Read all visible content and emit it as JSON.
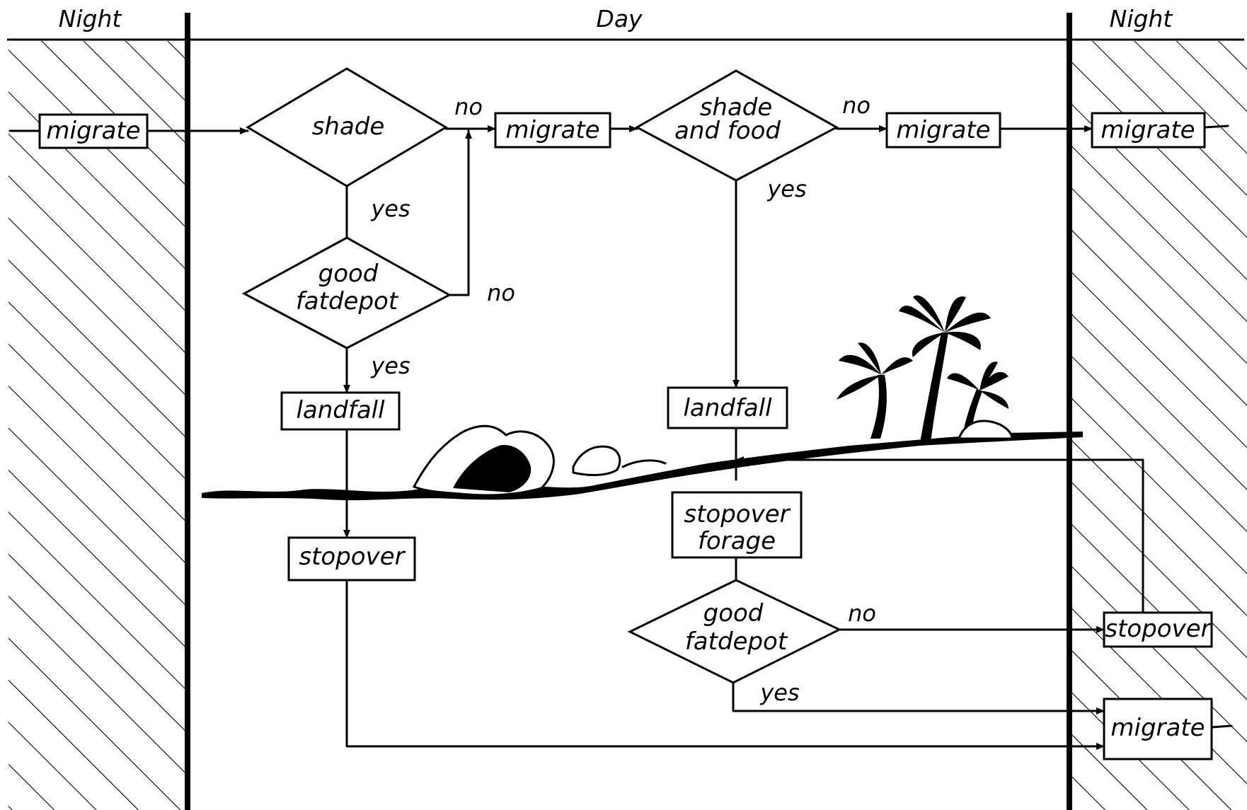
{
  "header": {
    "left": "Night",
    "center": "Day",
    "right": "Night"
  },
  "nodes": {
    "migrate_night_start": "migrate",
    "shade_q": "shade",
    "migrate_1": "migrate",
    "shade_food_q_line1": "shade",
    "shade_food_q_line2": "and  food",
    "migrate_2": "migrate",
    "migrate_night_end": "migrate",
    "fatdepot_q1_line1": "good",
    "fatdepot_q1_line2": "fatdepot",
    "landfall_1": "landfall",
    "landfall_2": "landfall",
    "stopover_1": "stopover",
    "stopover_forage_line1": "stopover",
    "stopover_forage_line2": "forage",
    "fatdepot_q2_line1": "good",
    "fatdepot_q2_line2": "fatdepot",
    "stopover_night": "stopover",
    "migrate_night_final": "migrate"
  },
  "edges": {
    "shade_yes": "yes",
    "shade_no": "no",
    "fatdepot1_yes": "yes",
    "fatdepot1_no": "no",
    "shadefood_no": "no",
    "shadefood_yes": "yes",
    "fatdepot2_no": "no",
    "fatdepot2_yes": "yes"
  }
}
